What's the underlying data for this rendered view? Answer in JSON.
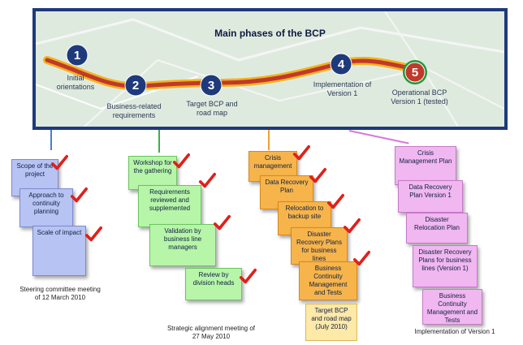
{
  "banner": {
    "title": "Main phases of the BCP",
    "phases": [
      {
        "number": "1",
        "label": "Initial orientations"
      },
      {
        "number": "2",
        "label": "Business-related requirements"
      },
      {
        "number": "3",
        "label": "Target BCP and road map"
      },
      {
        "number": "4",
        "label": "Implementation of Version 1"
      },
      {
        "number": "5",
        "label": "Operational BCP Version 1 (tested)"
      }
    ]
  },
  "groups": {
    "g1": {
      "cards": [
        "Scope of the project",
        "Approach to continuity planning",
        "Scale of impact"
      ],
      "caption": "Steering committee meeting of 12 March 2010"
    },
    "g2": {
      "cards": [
        "Workshop for the gathering",
        "Requirements reviewed and supplemented",
        "Validation by business line managers",
        "Review by division heads"
      ],
      "caption": "Strategic alignment meeting of 27 May 2010"
    },
    "g3": {
      "cards": [
        "Crisis management",
        "Data Recovery Plan",
        "Relocation to backup site",
        "Disaster Recovery Plans for business lines",
        "Business Continuity Management and Tests"
      ],
      "target": "Target BCP and road map (July 2010)"
    },
    "g4": {
      "cards": [
        "Crisis Management Plan",
        "Data Recovery Plan Version 1",
        "Disaster Relocation Plan",
        "Disaster Recovery Plans for business lines (Version 1)",
        "Business Continuity Management and Tests"
      ],
      "caption": "Implementation of Version 1"
    }
  },
  "colors": {
    "navy": "#1e3a7b",
    "path": "#c0392b",
    "check": "#e0201b",
    "blue_card": "#b7c3f3",
    "green_card": "#b7f5a8",
    "orange_card": "#f6b44b",
    "pink_card": "#f0b7f0"
  }
}
